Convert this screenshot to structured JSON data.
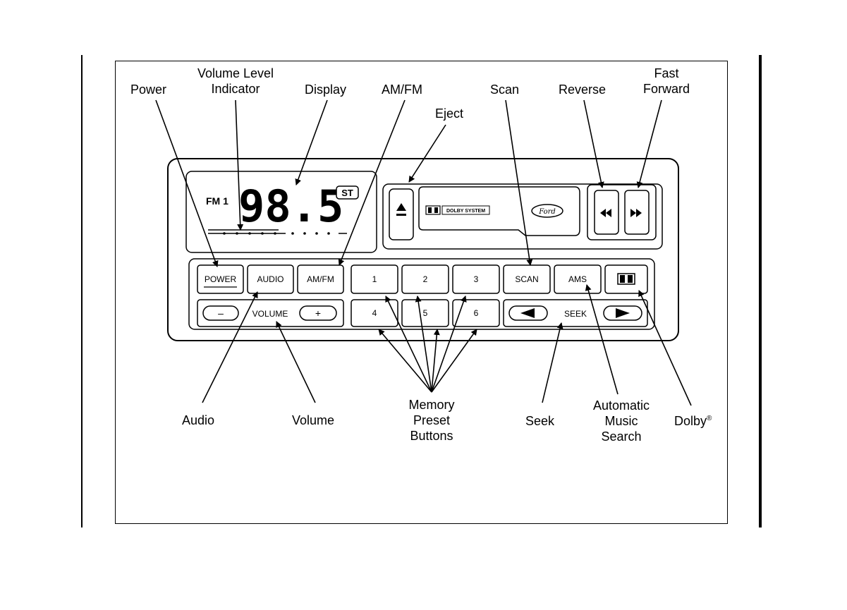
{
  "callouts": {
    "power": "Power",
    "volume_level_line1": "Volume Level",
    "volume_level_line2": "Indicator",
    "display": "Display",
    "am_fm": "AM/FM",
    "eject": "Eject",
    "scan": "Scan",
    "reverse": "Reverse",
    "fast_line1": "Fast",
    "fast_line2": "Forward",
    "audio": "Audio",
    "volume": "Volume",
    "memory_line1": "Memory",
    "memory_line2": "Preset",
    "memory_line3": "Buttons",
    "seek": "Seek",
    "ams_line1": "Automatic",
    "ams_line2": "Music",
    "ams_line3": "Search",
    "dolby": "Dolby",
    "dolby_mark": "®"
  },
  "radio": {
    "band": "FM 1",
    "frequency": "98.5",
    "stereo": "ST",
    "tape_label": "DOLBY SYSTEM",
    "brand": "Ford",
    "buttons": {
      "power": "POWER",
      "audio": "AUDIO",
      "am_fm": "AM/FM",
      "preset_1": "1",
      "preset_2": "2",
      "preset_3": "3",
      "preset_4": "4",
      "preset_5": "5",
      "preset_6": "6",
      "scan": "SCAN",
      "ams": "AMS",
      "volume_minus": "–",
      "volume_label": "VOLUME",
      "volume_plus": "+",
      "seek_label": "SEEK"
    }
  },
  "icons": {
    "eject": "eject-icon",
    "reverse": "rewind-icon",
    "forward": "fast-forward-icon",
    "seek_left": "seek-left-icon",
    "seek_right": "seek-right-icon",
    "dolby": "dolby-icon"
  }
}
